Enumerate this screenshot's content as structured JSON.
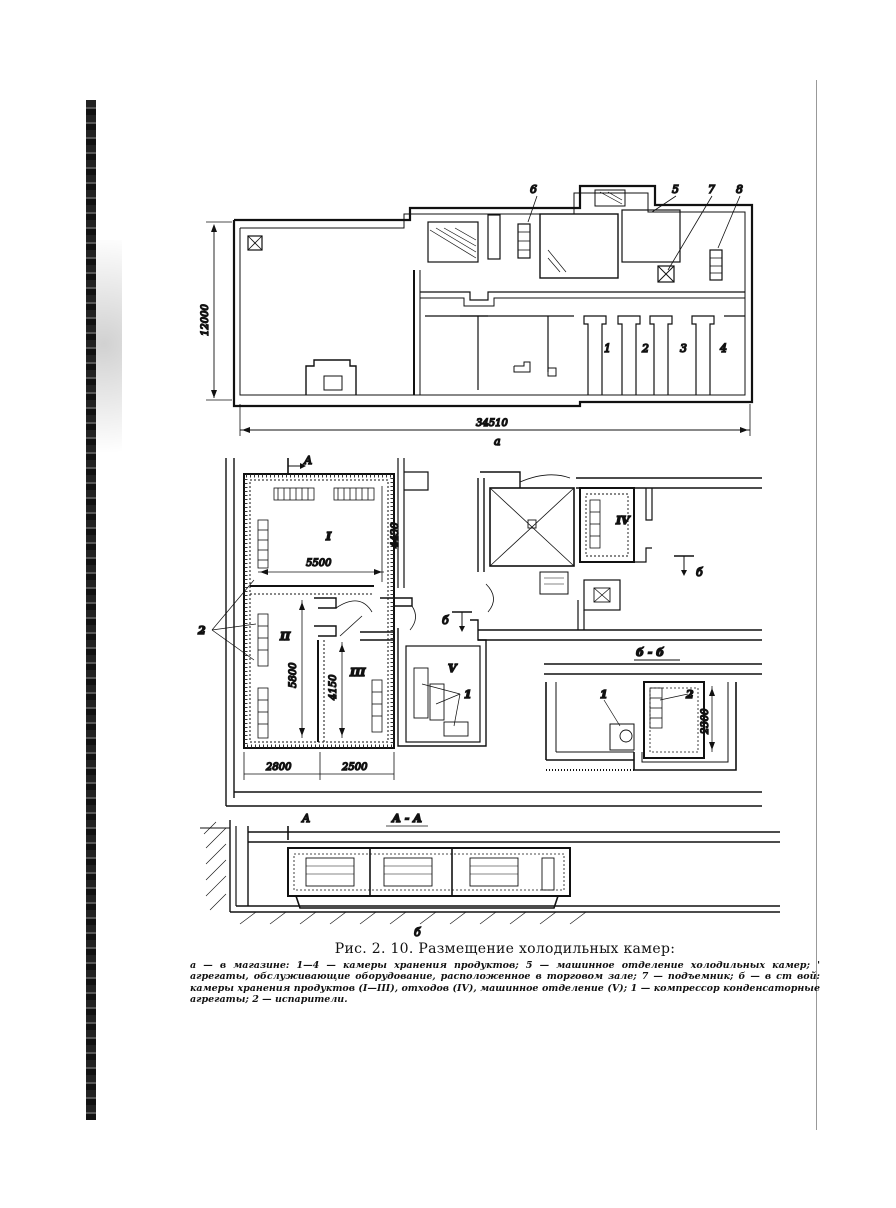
{
  "plan_a": {
    "dim_width": "34510",
    "dim_height": "12000",
    "label": "а",
    "callouts": [
      "6",
      "5",
      "7",
      "8"
    ],
    "rooms": [
      "1",
      "2",
      "3",
      "4"
    ]
  },
  "plan_b": {
    "rooms": [
      "I",
      "II",
      "III",
      "IV",
      "V"
    ],
    "dims": {
      "d4430": "4430",
      "d5500": "5500",
      "d5800": "5800",
      "d4150": "4150",
      "d2800": "2800",
      "d2500": "2500",
      "d2300": "2300"
    },
    "callouts": {
      "evaporators": "2",
      "units": "1",
      "b_marker": "б",
      "b_marker2": "б"
    },
    "section_aa_mark": "А",
    "section_aa_title": "А - А",
    "section_bb_title": "б - б",
    "section_bb_unit": "1",
    "section_bb_evap": "2",
    "label": "б"
  },
  "caption": {
    "title": "Рис. 2. 10. Размещение холодильных камер:",
    "body": "а — в магазине: 1—4 — камеры хранения продуктов; 5 — машинное отделение холодильных камер; ' агрегаты, обслуживающие оборудование, расположенное в торговом зале; 7 — подъемник; б — в ст вой: камеры хранения продуктов (I—III), отходов (IV), машинное отделение (V); 1 — компрессор конденсаторные агрегаты; 2 — испарители."
  }
}
